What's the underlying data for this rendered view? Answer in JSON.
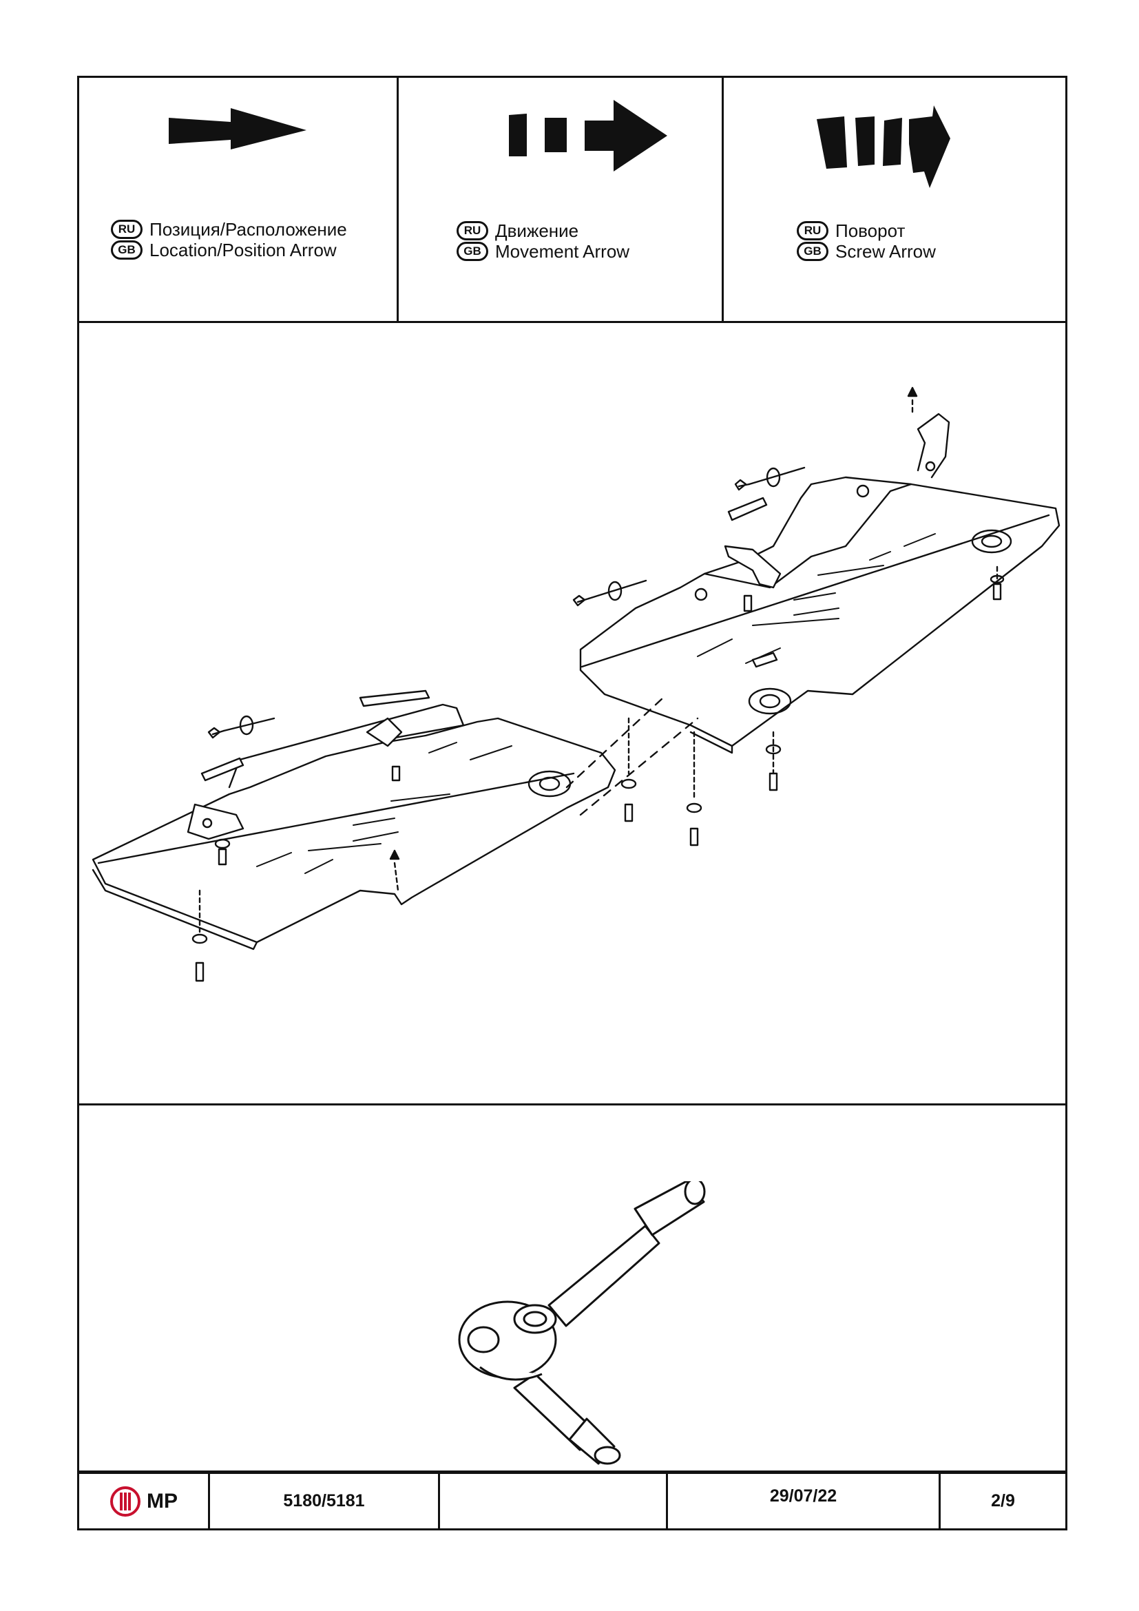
{
  "legend": {
    "items": [
      {
        "ru_badge": "RU",
        "gb_badge": "GB",
        "ru_text": "Позиция/Расположение",
        "gb_text": "Location/Position Arrow",
        "icon": "location-arrow-icon"
      },
      {
        "ru_badge": "RU",
        "gb_badge": "GB",
        "ru_text": "Движение",
        "gb_text": "Movement Arrow",
        "icon": "movement-arrow-icon"
      },
      {
        "ru_badge": "RU",
        "gb_badge": "GB",
        "ru_text": "Поворот",
        "gb_text": "Screw Arrow",
        "icon": "screw-arrow-icon"
      }
    ]
  },
  "diagram": {
    "icon": "skid-plate-assembly-diagram"
  },
  "tool": {
    "icon": "ratchet-wrench-icon"
  },
  "footer": {
    "logo_text": "MP",
    "part_number": "5180/5181",
    "blank": "",
    "date": "29/07/22",
    "page": "2/9"
  },
  "colors": {
    "ink": "#111111",
    "logo_red": "#c8102e"
  }
}
